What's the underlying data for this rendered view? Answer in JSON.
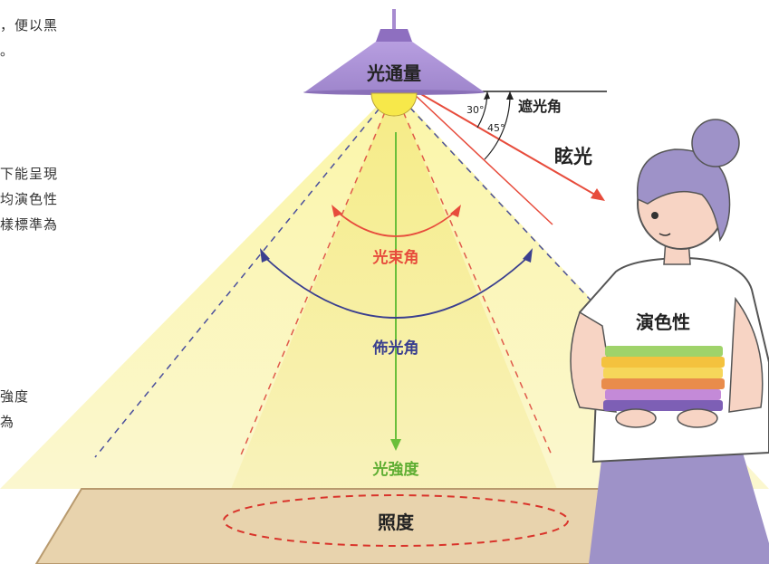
{
  "side_text": {
    "block1": [
      "，便以黑",
      "。"
    ],
    "block2": [
      "下能呈現",
      "均演色性",
      "樣標準為"
    ],
    "block3": [
      "強度",
      "為"
    ]
  },
  "diagram": {
    "luminous_flux": "光通量",
    "cutoff_angle": "遮光角",
    "angle_30": "30°",
    "angle_45": "45°",
    "glare": "眩光",
    "beam_angle": "光束角",
    "spread_angle": "佈光角",
    "luminous_intensity": "光強度",
    "illuminance": "照度",
    "color_rendering": "演色性"
  },
  "colors": {
    "beam_red": "#e74c3c",
    "spread_blue": "#3a3f8f",
    "intensity_green": "#6abf3a",
    "lamp_purple": "#a78bd0",
    "light_yellow": "#f6f0a0",
    "table": "#e8d3ad"
  }
}
